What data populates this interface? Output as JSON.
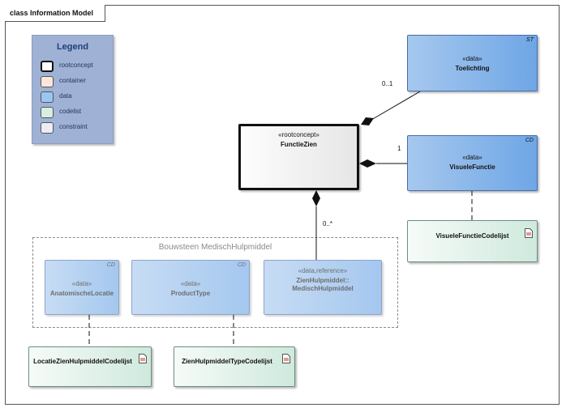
{
  "frame": {
    "title": "class Information Model"
  },
  "legend": {
    "title": "Legend",
    "items": [
      {
        "label": "rootconcept",
        "color": "#ffffff"
      },
      {
        "label": "container",
        "color": "#fbe6dc"
      },
      {
        "label": "data",
        "color": "#9cc6f2"
      },
      {
        "label": "codelist",
        "color": "#d7efe3"
      },
      {
        "label": "constraint",
        "color": "#ececf6"
      }
    ]
  },
  "classes": {
    "functiezien": {
      "stereotype": "«rootconcept»",
      "name": "FunctieZien"
    },
    "toelichting": {
      "stereotype": "«data»",
      "name": "Toelichting",
      "tag": "ST"
    },
    "visuelefunctie": {
      "stereotype": "«data»",
      "name": "VisueleFunctie",
      "tag": "CD"
    },
    "anatomischelocatie": {
      "stereotype": "«data»",
      "name": "AnatomischeLocatie",
      "tag": "CD"
    },
    "producttype": {
      "stereotype": "«data»",
      "name": "ProductType",
      "tag": "CD"
    },
    "zienhulpmiddel": {
      "stereotype": "«data,reference»",
      "name_line1": "ZienHulpmiddel::",
      "name_line2": "MedischHulpmiddel"
    }
  },
  "codelists": {
    "visuele": "VisueleFunctieCodelijst",
    "locatie": "LocatieZienHulpmiddelCodelijst",
    "type": "ZienHulpmiddelTypeCodelijst"
  },
  "package": {
    "title": "Bouwsteen MedischHulpmiddel"
  },
  "multiplicities": {
    "toelichting": "0..1",
    "visuelefunctie": "1",
    "medischhulpmiddel": "0..*"
  }
}
